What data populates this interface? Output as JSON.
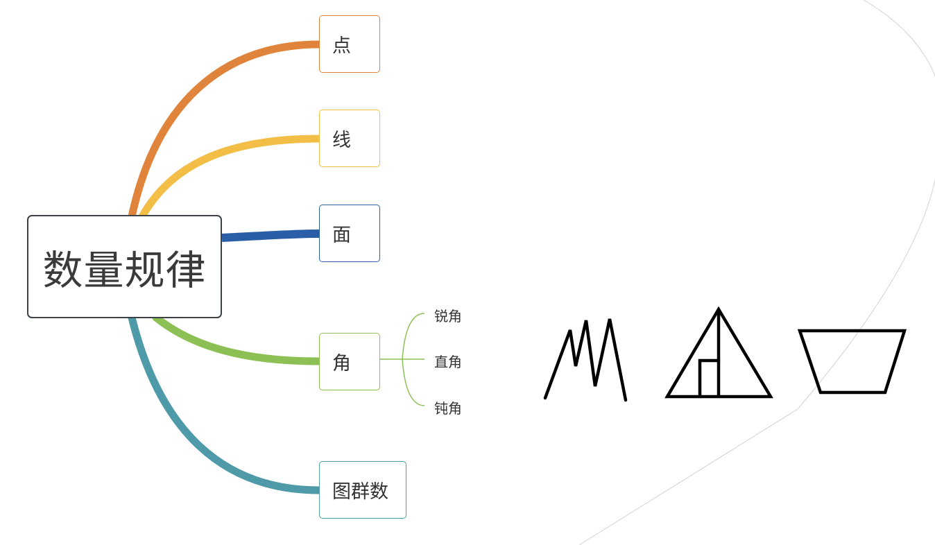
{
  "root": {
    "label": "数量规律"
  },
  "branches": [
    {
      "label": "点",
      "color": "#E0843B"
    },
    {
      "label": "线",
      "color": "#F2BE45"
    },
    {
      "label": "面",
      "color": "#2A5FA8"
    },
    {
      "label": "角",
      "color": "#8CC055",
      "children": [
        "锐角",
        "直角",
        "钝角"
      ]
    },
    {
      "label": "图群数",
      "color": "#4E9AA9"
    }
  ],
  "figures": [
    {
      "name": "jagged-zigzag"
    },
    {
      "name": "triangle-with-rectangle"
    },
    {
      "name": "trapezoid"
    }
  ]
}
